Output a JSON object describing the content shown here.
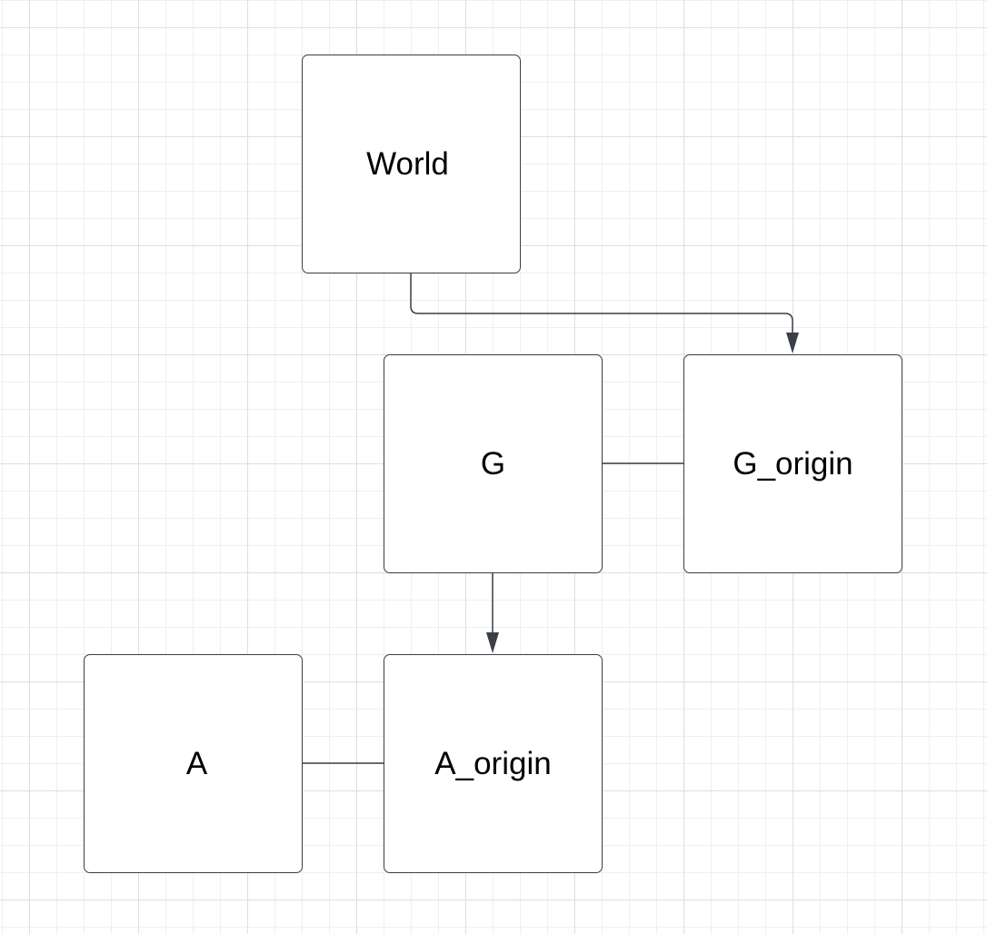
{
  "diagram": {
    "nodes": [
      {
        "id": "world",
        "label": "World"
      },
      {
        "id": "g",
        "label": "G"
      },
      {
        "id": "g_origin",
        "label": "G_origin"
      },
      {
        "id": "a",
        "label": "A"
      },
      {
        "id": "a_origin",
        "label": "A_origin"
      }
    ],
    "edges": [
      {
        "from": "world",
        "to": "g_origin",
        "arrow": true
      },
      {
        "from": "g",
        "to": "g_origin",
        "arrow": false
      },
      {
        "from": "g",
        "to": "a_origin",
        "arrow": true
      },
      {
        "from": "a",
        "to": "a_origin",
        "arrow": false
      }
    ]
  },
  "colors": {
    "line": "#3a3f45",
    "node_fill": "#ffffff",
    "text": "#000000",
    "grid_major": "#dedede",
    "grid_minor": "#efefef"
  }
}
